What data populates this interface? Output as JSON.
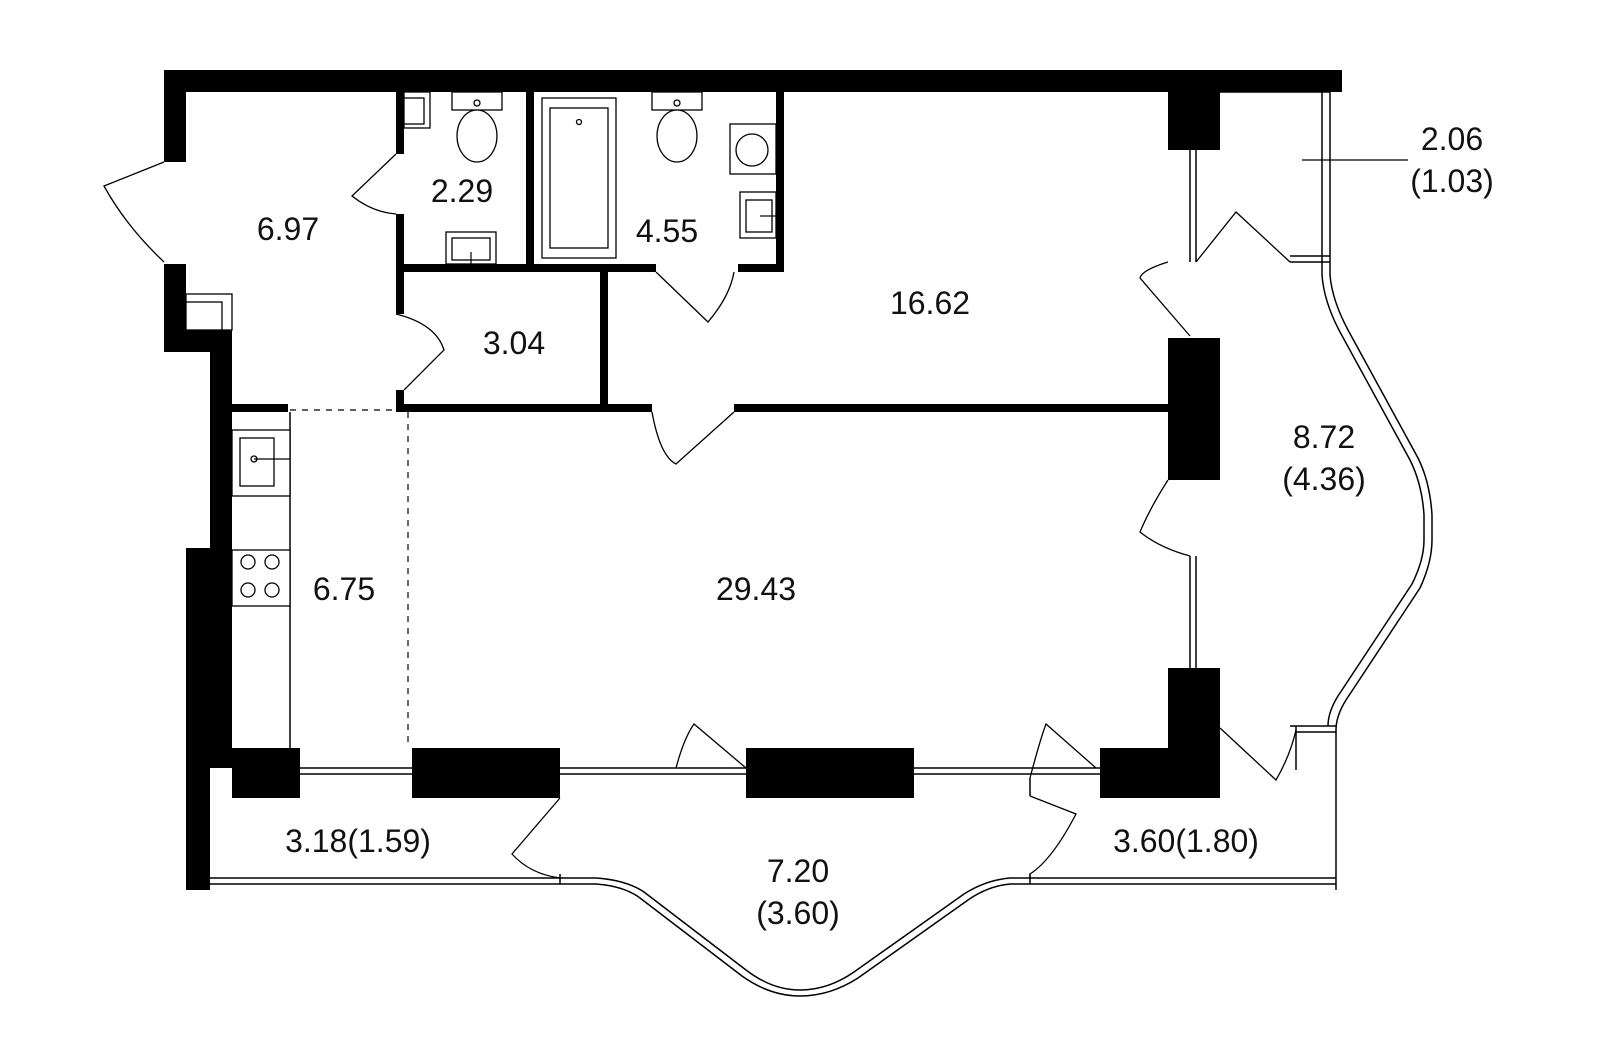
{
  "rooms": [
    {
      "id": "hall",
      "area": "6.97"
    },
    {
      "id": "toilet",
      "area": "2.29"
    },
    {
      "id": "bathroom",
      "area": "4.55"
    },
    {
      "id": "bedroom",
      "area": "16.62"
    },
    {
      "id": "storage",
      "area": "3.04"
    },
    {
      "id": "kitchen",
      "area": "6.75"
    },
    {
      "id": "living-room",
      "area": "29.43"
    }
  ],
  "balconies": [
    {
      "id": "balcony-top-right",
      "area": "2.06",
      "reduced": "(1.03)"
    },
    {
      "id": "balcony-right",
      "area": "8.72",
      "reduced": "(4.36)"
    },
    {
      "id": "balcony-bottom-left",
      "label": "3.18(1.59)"
    },
    {
      "id": "balcony-bottom-center",
      "area": "7.20",
      "reduced": "(3.60)"
    },
    {
      "id": "balcony-bottom-right",
      "label": "3.60(1.80)"
    }
  ],
  "colors": {
    "wall": "#000000",
    "background": "#ffffff",
    "text": "#111111"
  }
}
